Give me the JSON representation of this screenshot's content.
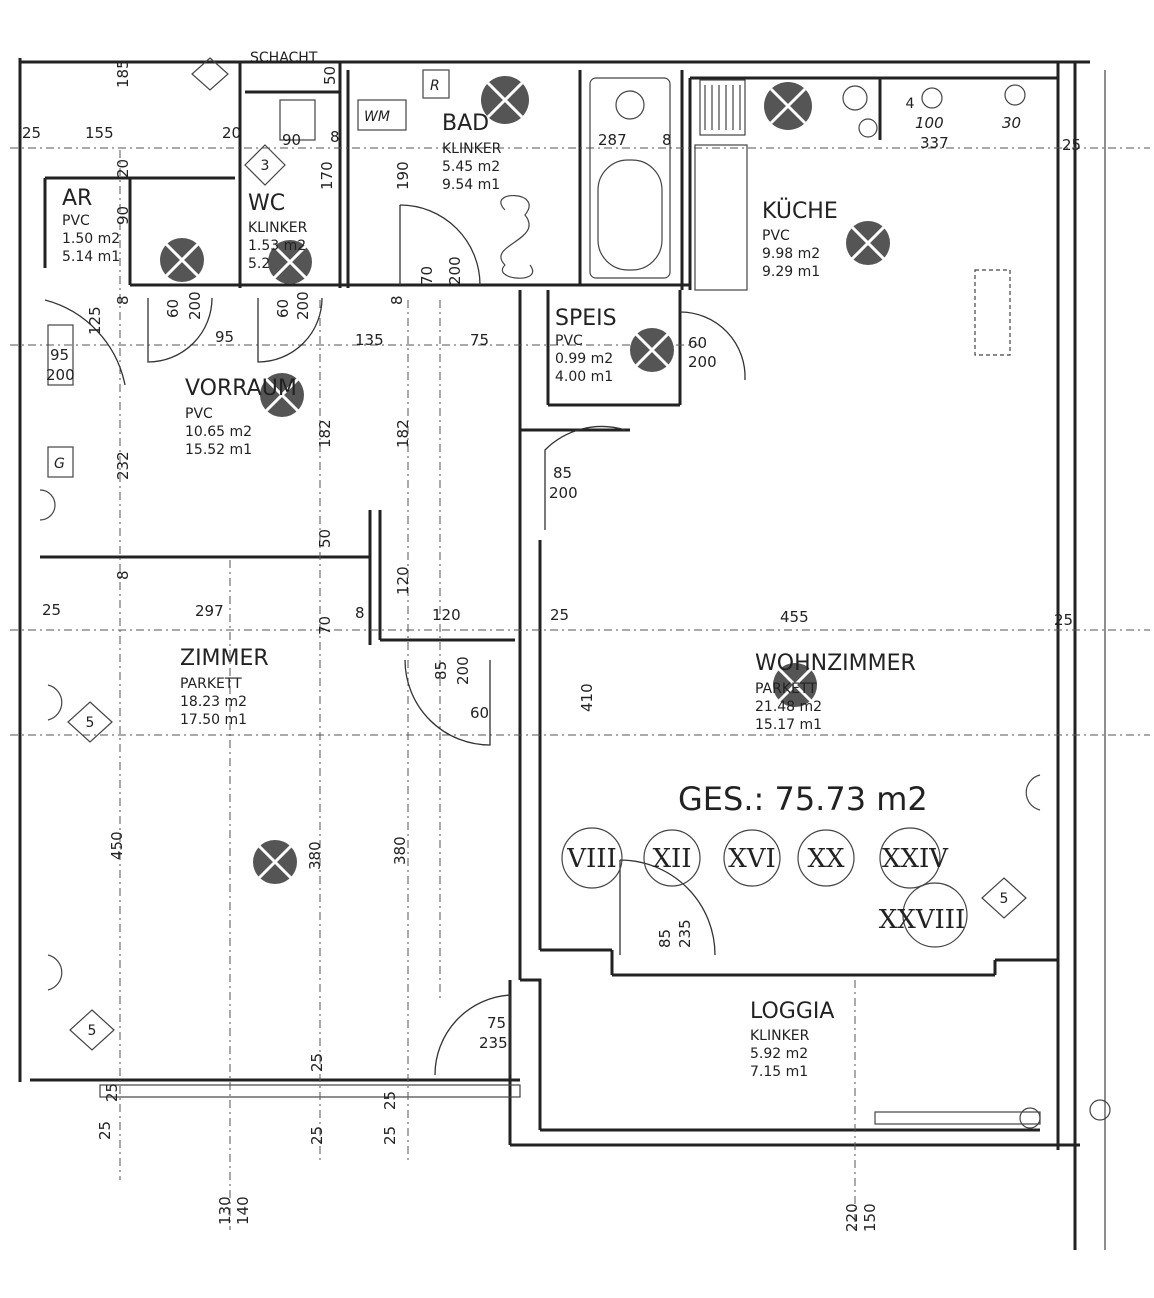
{
  "rooms": {
    "ar": {
      "name": "AR",
      "floor": "PVC",
      "area": "1.50 m2",
      "perimeter": "5.14 m1"
    },
    "wc": {
      "name": "WC",
      "floor": "KLINKER",
      "area": "1.53 m2",
      "perimeter": "5.2"
    },
    "bad": {
      "name": "BAD",
      "floor": "KLINKER",
      "area": "5.45 m2",
      "perimeter": "9.54 m1"
    },
    "kueche": {
      "name": "KÜCHE",
      "floor": "PVC",
      "area": "9.98 m2",
      "perimeter": "9.29 m1"
    },
    "speis": {
      "name": "SPEIS",
      "floor": "PVC",
      "area": "0.99 m2",
      "perimeter": "4.00 m1"
    },
    "vorraum": {
      "name": "VORRAUM",
      "floor": "PVC",
      "area": "10.65 m2",
      "perimeter": "15.52 m1"
    },
    "zimmer": {
      "name": "ZIMMER",
      "floor": "PARKETT",
      "area": "18.23 m2",
      "perimeter": "17.50 m1"
    },
    "wohnzimmer": {
      "name": "WOHNZIMMER",
      "floor": "PARKETT",
      "area": "21.48 m2",
      "perimeter": "15.17 m1"
    },
    "loggia": {
      "name": "LOGGIA",
      "floor": "KLINKER",
      "area": "5.92 m2",
      "perimeter": "7.15 m1"
    }
  },
  "total": "GES.: 75.73 m2",
  "fixtures": {
    "schacht": "SCHACHT",
    "wm": "WM",
    "g": "G",
    "r": "R"
  },
  "markers": {
    "m3": "3",
    "m4": "4",
    "m5a": "5",
    "m5b": "5",
    "m5c": "5"
  },
  "roman": [
    "VIII",
    "XII",
    "XVI",
    "XX",
    "XXIV",
    "XXVIII"
  ],
  "dims": {
    "d185": "185",
    "d155": "155",
    "d25a": "25",
    "d20": "20",
    "d90a": "90",
    "d8a": "8",
    "d170": "170",
    "d190": "190",
    "d287": "287",
    "d8b": "8",
    "d100": "100",
    "d30": "30",
    "d337": "337",
    "d25b": "25",
    "d50": "50",
    "d20b": "20",
    "d90b": "90",
    "d60a": "60",
    "d200a": "200",
    "d60b": "60",
    "d200b": "200",
    "d8c": "8",
    "d8d": "8",
    "d95a": "95",
    "d135": "135",
    "d75a": "75",
    "d70a": "70",
    "d200c": "200",
    "d125": "125",
    "d95b": "95",
    "d200d": "200",
    "d60c": "60",
    "d200e": "200",
    "d232": "232",
    "d182a": "182",
    "d182b": "182",
    "d85a": "85",
    "d200f": "200",
    "d50b": "50",
    "d8e": "8",
    "d120a": "120",
    "d70b": "70",
    "d8f": "8",
    "d25c": "25",
    "d297": "297",
    "d120b": "120",
    "d25d": "25",
    "d455": "455",
    "d25e": "25",
    "d85b": "85",
    "d200g": "200",
    "d60d": "60",
    "d410": "410",
    "d450": "450",
    "d380a": "380",
    "d380b": "380",
    "d85c": "85",
    "d235a": "235",
    "d75b": "75",
    "d235b": "235",
    "d25f": "25",
    "d25g": "25",
    "d25h": "25",
    "d25i": "25",
    "d25j": "25",
    "d25k": "25",
    "d130": "130",
    "d140": "140",
    "d220": "220",
    "d150": "150"
  }
}
